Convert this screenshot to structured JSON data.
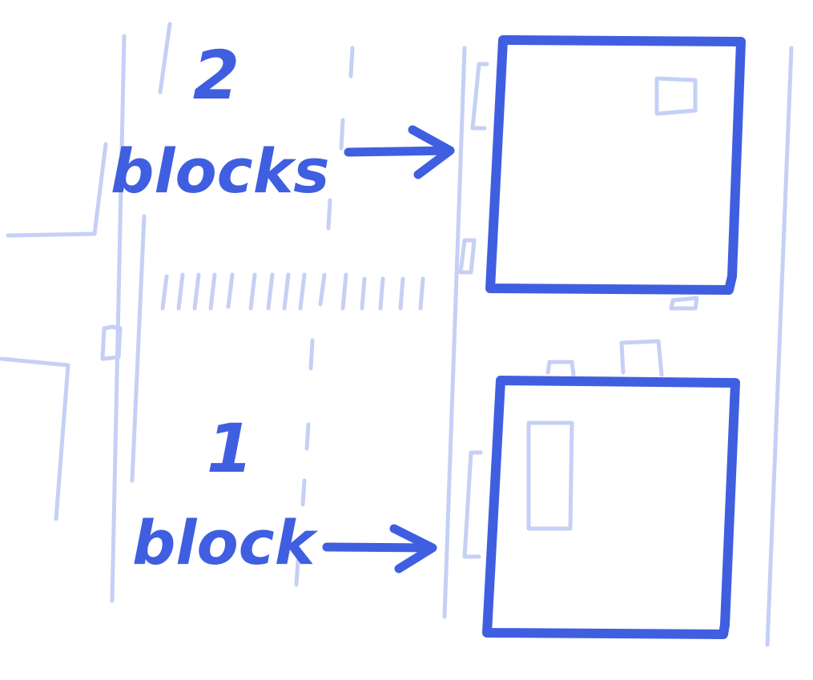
{
  "colors": {
    "ink": "#3f5fe0",
    "faint": "#c5d0f4",
    "background": "#ffffff"
  },
  "labels": {
    "far": {
      "number": "2",
      "word": "blocks"
    },
    "near": {
      "number": "1",
      "word": "block"
    }
  }
}
